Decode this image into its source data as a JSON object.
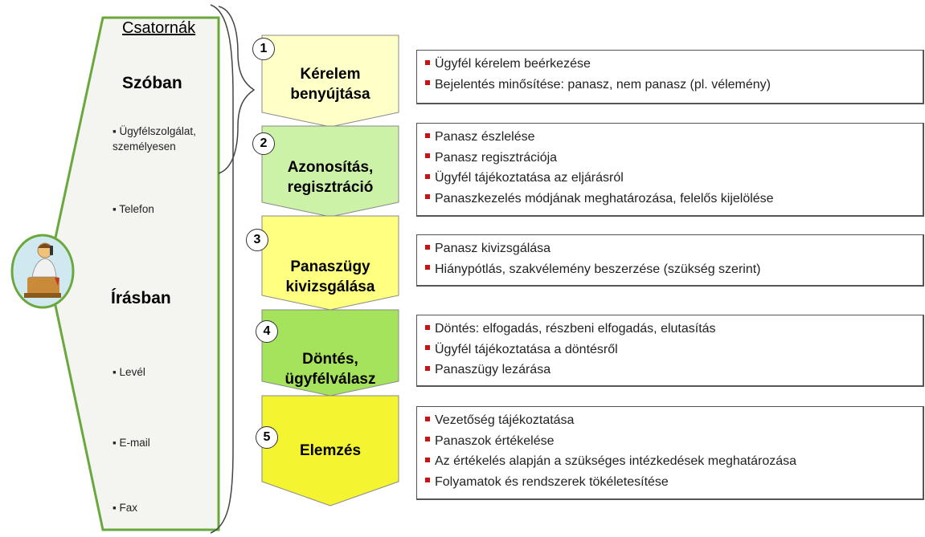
{
  "channels": {
    "header": "Csatornák",
    "groups": [
      {
        "title": "Szóban",
        "items": [
          "Ügyfélszolgálat, személyesen",
          "Telefon"
        ]
      },
      {
        "title": "Írásban",
        "items": [
          "Levél",
          "E-mail",
          "Fax"
        ]
      }
    ]
  },
  "steps": [
    {
      "number": "1",
      "title": "Kérelem benyújtása",
      "color": "#ffffc8",
      "details": [
        "Ügyfél kérelem beérkezése",
        "Bejelentés minősítése: panasz, nem panasz (pl. vélemény)"
      ]
    },
    {
      "number": "2",
      "title": "Azonosítás, regisztráció",
      "color": "#ccf2a8",
      "details": [
        "Panasz észlelése",
        "Panasz regisztrációja",
        "Ügyfél tájékoztatása az eljárásról",
        "Panaszkezelés módjának meghatározása, felelős kijelölése"
      ]
    },
    {
      "number": "3",
      "title": "Panaszügy kivizsgálása",
      "color": "#ffff80",
      "details": [
        "Panasz kivizsgálása",
        "Hiánypótlás, szakvélemény beszerzése (szükség szerint)"
      ]
    },
    {
      "number": "4",
      "title": "Döntés, ügyfélválasz",
      "color": "#a6e35c",
      "details": [
        "Döntés: elfogadás, részbeni elfogadás, elutasítás",
        "Ügyfél tájékoztatása a döntésről",
        "Panaszügy lezárása"
      ]
    },
    {
      "number": "5",
      "title": "Elemzés",
      "color": "#f4f430",
      "details": [
        "Vezetőség tájékoztatása",
        "Panaszok értékelése",
        "Az értékelés alapján a szükséges intézkedések meghatározása",
        "Folyamatok és rendszerek tökéletesítése"
      ]
    }
  ],
  "icons": {
    "person": "person-on-phone-icon"
  },
  "colors": {
    "bullet": "#cc1111",
    "panel_border": "#6aa83e"
  }
}
